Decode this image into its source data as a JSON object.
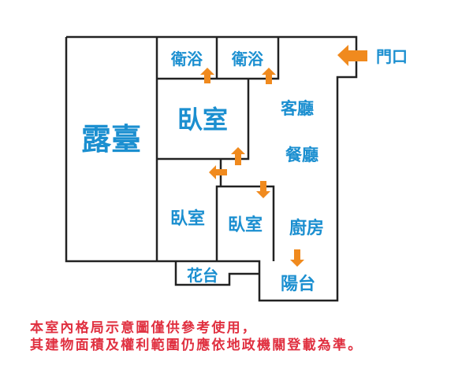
{
  "rooms": {
    "terrace": "露臺",
    "bath1": "衛浴",
    "bath2": "衛浴",
    "master_bedroom": "臥室",
    "living_room": "客廳",
    "dining_room": "餐廳",
    "bedroom2": "臥室",
    "bedroom3": "臥室",
    "kitchen": "廚房",
    "flower_bed": "花台",
    "balcony": "陽台",
    "entrance": "門口"
  },
  "disclaimer": {
    "line1": "本室內格局示意圖僅供參考使用，",
    "line2": "其建物面積及權利範圍仍應依地政機關登載為準。"
  },
  "colors": {
    "wall": "#222222",
    "label": "#1b8fd0",
    "arrow": "#f08a1e",
    "note": "#e03040"
  }
}
